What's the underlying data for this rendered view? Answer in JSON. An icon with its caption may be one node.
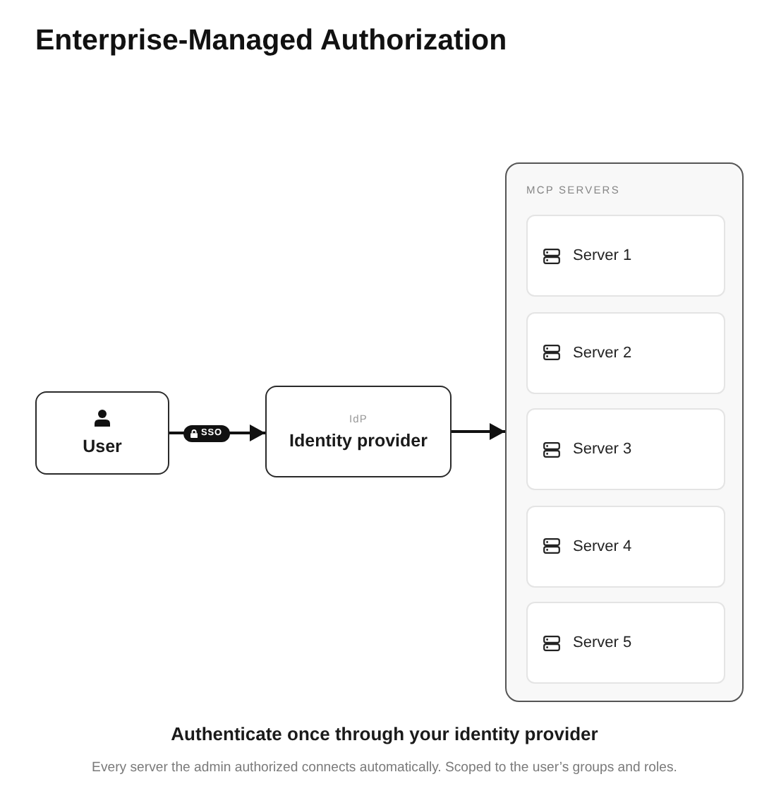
{
  "diagram": {
    "title": "Enterprise-Managed Authorization",
    "caption": "Authenticate once through your identity provider",
    "nodes": [
      {
        "text": [
          "User"
        ]
      },
      {
        "text": [
          "IdP",
          "Identity provider"
        ]
      },
      {
        "text": [
          "MCP SERVERS"
        ]
      },
      {
        "text": [
          "Server 1"
        ],
        "in": 2
      },
      {
        "text": [
          "Server 2"
        ],
        "in": 2
      },
      {
        "text": [
          "Server 3"
        ],
        "in": 2
      },
      {
        "text": [
          "Server 4"
        ],
        "in": 2
      },
      {
        "text": [
          "Server 5"
        ],
        "in": 2
      }
    ],
    "edges": [
      {
        "from": 0,
        "to": 1,
        "arrow": "to",
        "label": "SSO"
      },
      {
        "from": 1,
        "to": 2,
        "arrow": "to"
      }
    ],
    "labels": [
      "Every server the admin authorized connects automatically. Scoped to the user’s groups and roles."
    ]
  }
}
